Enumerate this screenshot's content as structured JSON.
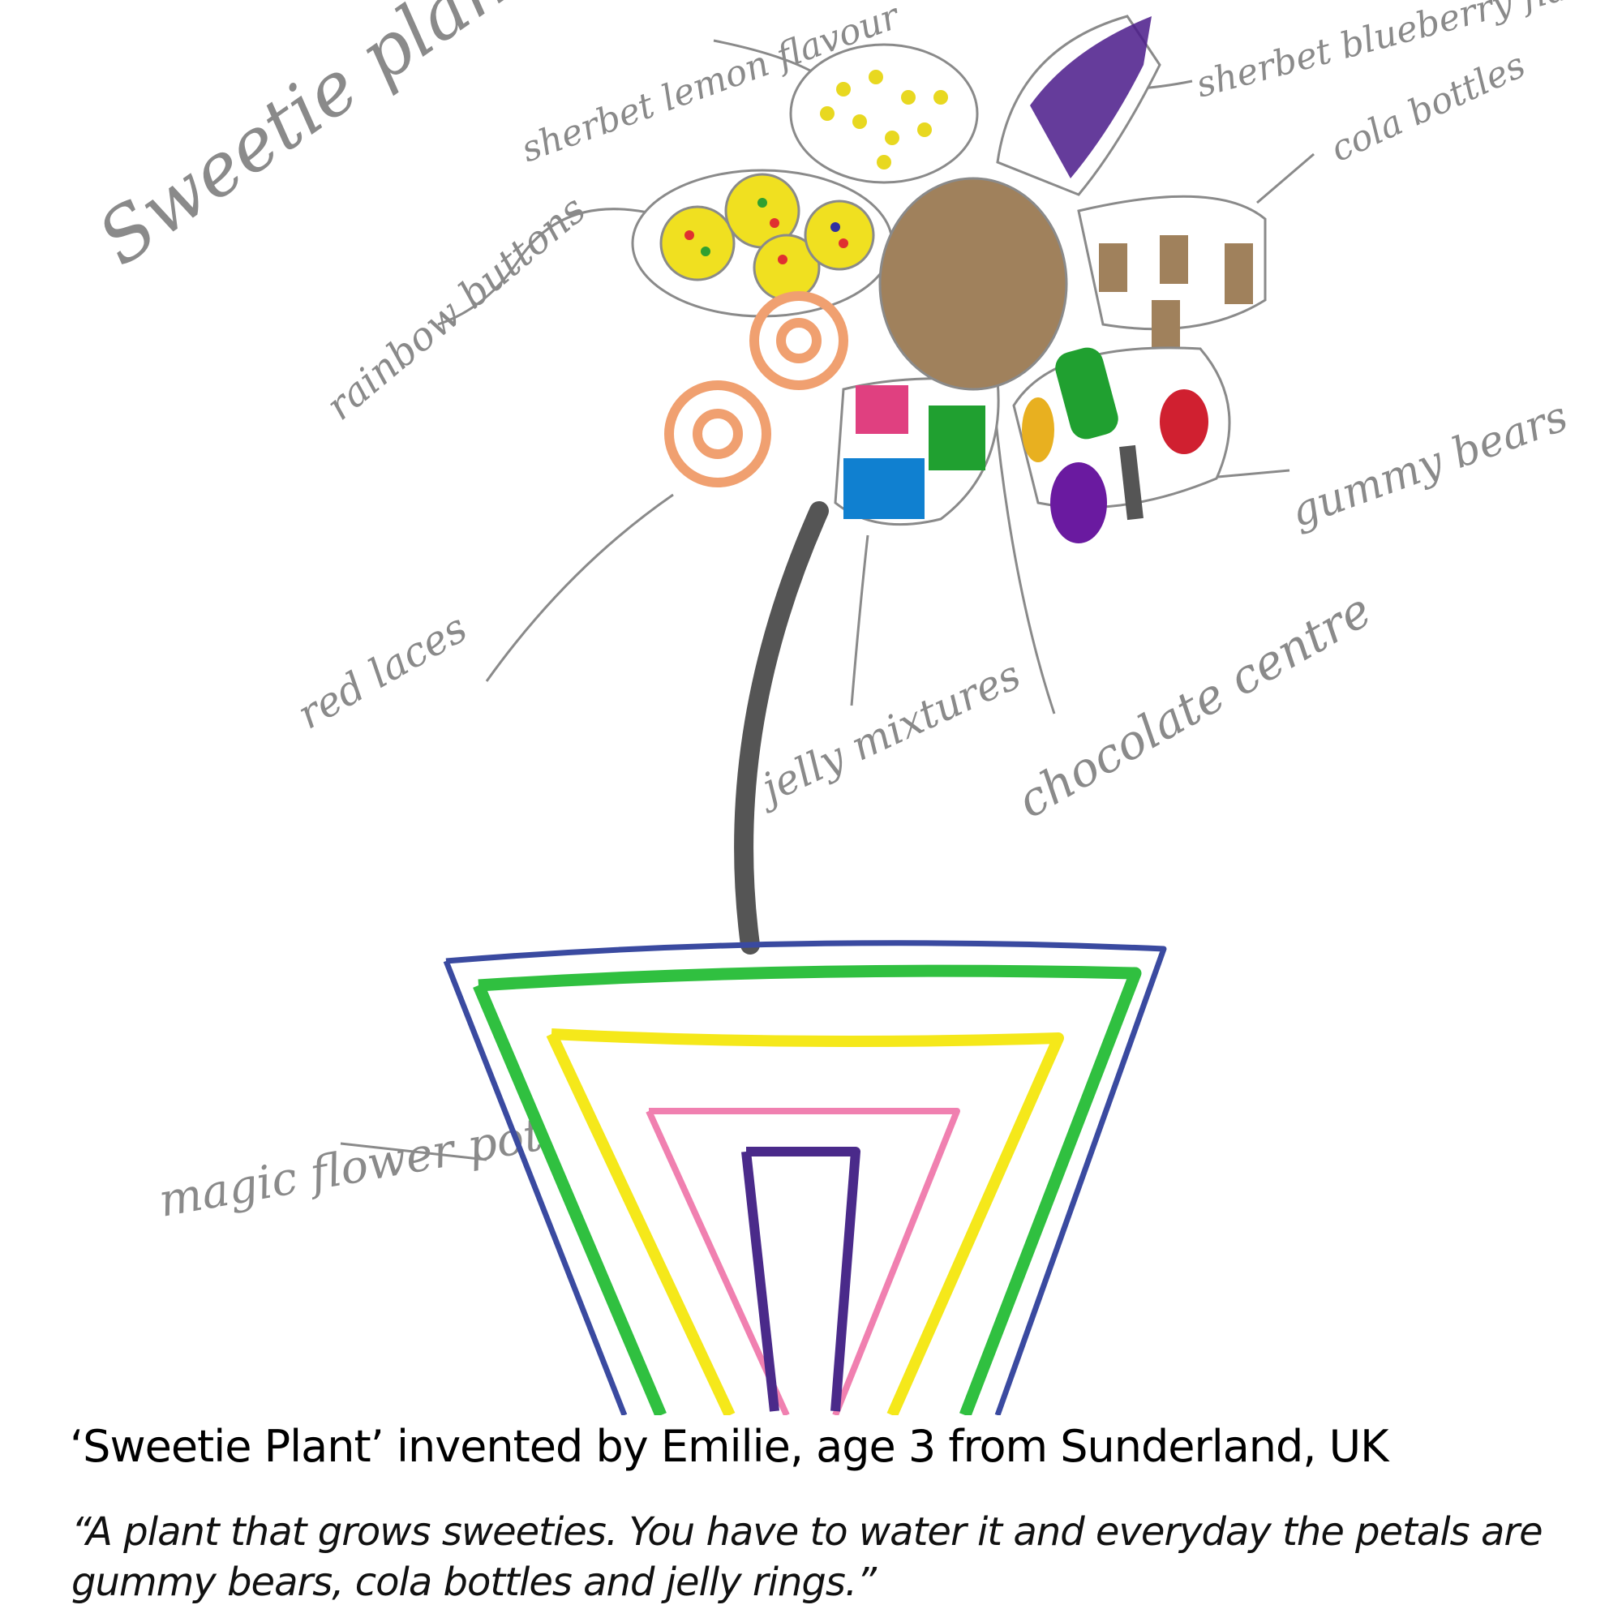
{
  "drawing": {
    "labels": {
      "title": "Sweetie plant!",
      "lemon": "sherbet lemon flavour",
      "blueberry": "sherbet blueberry flavour",
      "cola": "cola bottles",
      "rainbow": "rainbow buttons",
      "laces": "red laces",
      "jelly": "jelly mixtures",
      "chocolate": "chocolate centre",
      "gummy": "gummy bears",
      "pot": "magic flower pot"
    },
    "colors": {
      "pencil": "#8a8a8a",
      "chocolate": "#a0815c",
      "lemon": "#f0e020",
      "blueberry": "#4a1a8a",
      "orange": "#f0a070",
      "pot_blue": "#3a4aa0",
      "pot_green": "#30c040",
      "pot_yellow": "#f5e81a",
      "pot_pink": "#f080b0",
      "pot_purple": "#4a2a8a"
    }
  },
  "caption": {
    "title": "‘Sweetie Plant’ invented by Emilie, age 3 from Sunderland, UK",
    "quote": "“A plant that grows sweeties. You have to water it and everyday the petals are gummy bears, cola bottles and jelly rings.”"
  }
}
